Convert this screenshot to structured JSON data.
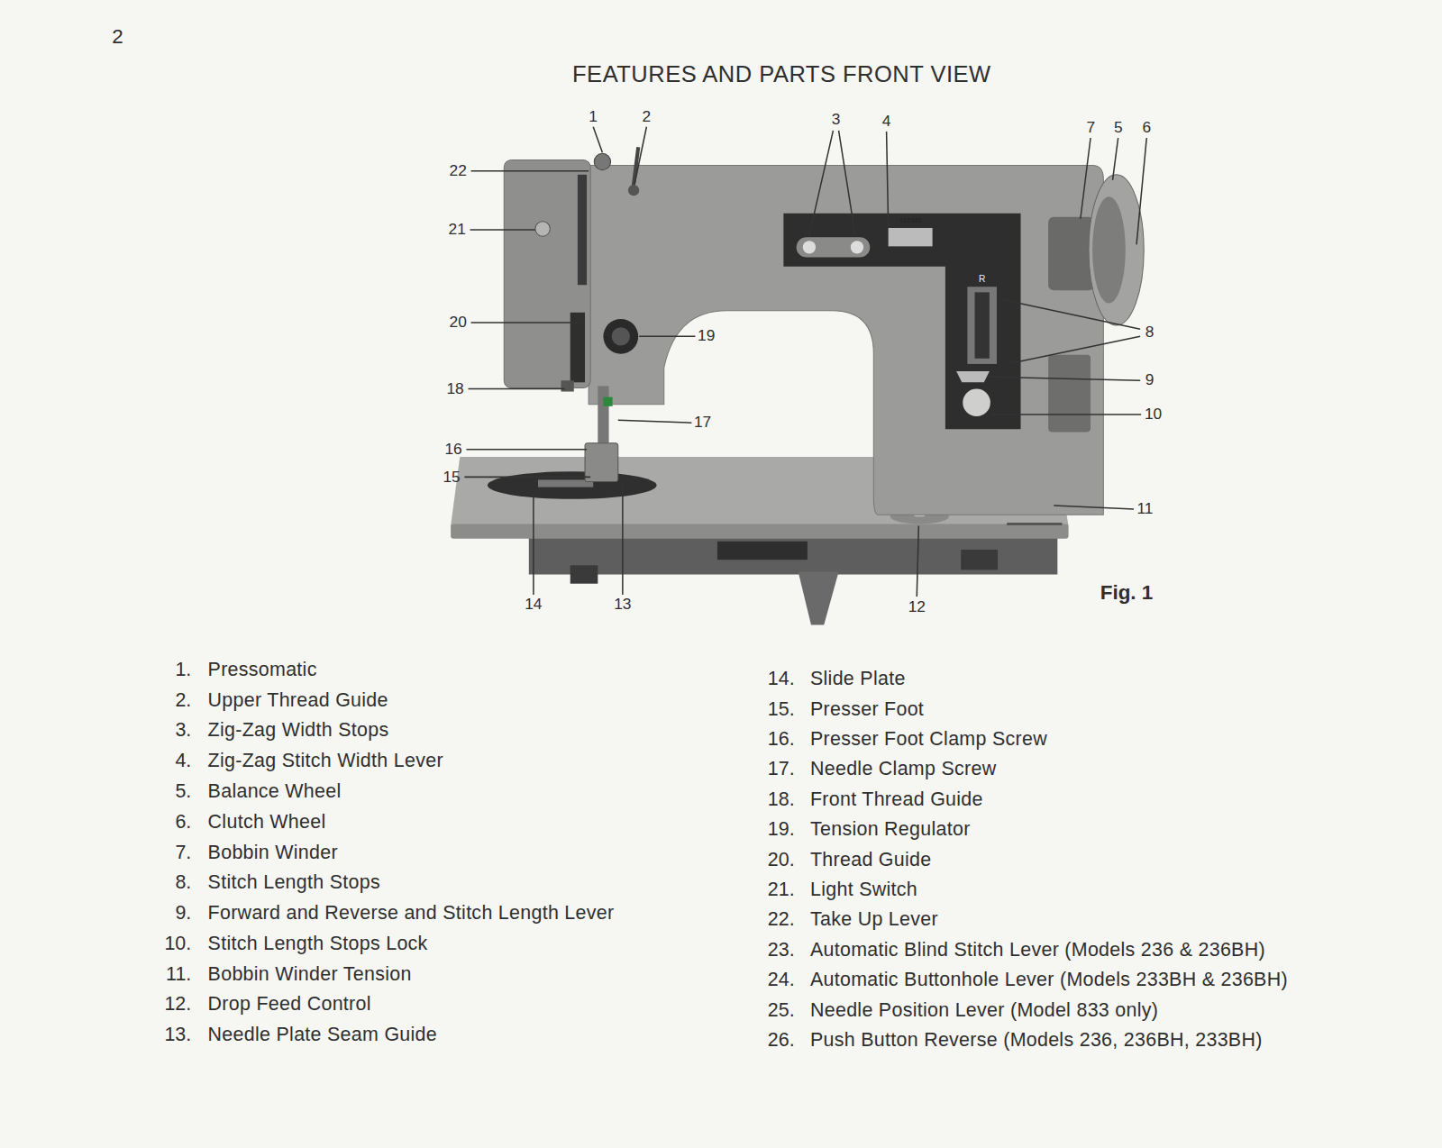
{
  "diagram": {
    "title": "FEATURES AND PARTS FRONT VIEW",
    "labels": [
      "2",
      "1",
      "2",
      "3",
      "4",
      "7",
      "5",
      "6",
      "22",
      "21",
      "20",
      "19",
      "8",
      "9",
      "18",
      "10",
      "17",
      "16",
      "15",
      "11",
      "14",
      "13",
      "12",
      "012345",
      "R",
      "Fig. 1",
      "1.",
      "Pressomatic",
      "2.",
      "Upper Thread Guide",
      "3.",
      "Zig-Zag Width Stops",
      "4.",
      "Zig-Zag Stitch Width Lever",
      "5.",
      "Balance Wheel",
      "6.",
      "Clutch Wheel",
      "7.",
      "Bobbin Winder",
      "8.",
      "Stitch Length Stops",
      "9.",
      "Forward and Reverse and Stitch Length Lever",
      "10.",
      "Stitch Length Stops Lock",
      "11.",
      "Bobbin Winder Tension",
      "12.",
      "Drop Feed Control",
      "13.",
      "Needle Plate Seam Guide",
      "14.",
      "Slide Plate",
      "15.",
      "Presser Foot",
      "16.",
      "Presser Foot Clamp Screw",
      "17.",
      "Needle Clamp Screw",
      "18.",
      "Front Thread Guide",
      "19.",
      "Tension Regulator",
      "20.",
      "Thread Guide",
      "21.",
      "Light Switch",
      "22.",
      "Take Up Lever",
      "23.",
      "Automatic Blind Stitch Lever (Models 236 & 236BH)",
      "24.",
      "Automatic Buttonhole Lever (Models 233BH & 236BH)",
      "25.",
      "Needle Position Lever (Model 833 only)",
      "26.",
      "Push Button Reverse (Models 236, 236BH, 233BH)"
    ]
  }
}
